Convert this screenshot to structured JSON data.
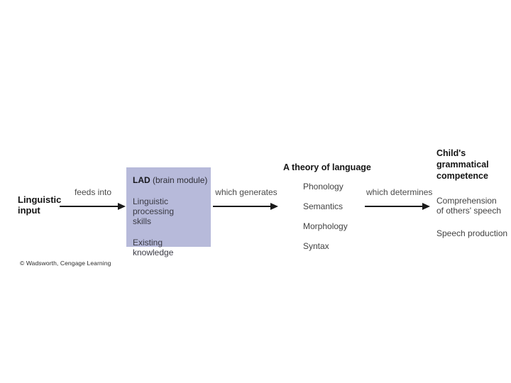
{
  "colors": {
    "box_fill": "#b7bada",
    "arrow": "#1a1a1a",
    "heading_text": "#141414",
    "body_text": "#424242"
  },
  "input_node": {
    "lines": [
      "Linguistic",
      "input"
    ]
  },
  "arrows": {
    "first_label": "feeds into",
    "second_label": "which generates",
    "third_label": "which determines"
  },
  "lad_box": {
    "title_bold": "LAD",
    "title_rest": " (brain module)",
    "items": [
      {
        "lines": [
          "Linguistic processing",
          "skills"
        ]
      },
      {
        "lines": [
          "Existing knowledge"
        ]
      }
    ]
  },
  "theory": {
    "heading": "A theory of language",
    "items": [
      "Phonology",
      "Semantics",
      "Morphology",
      "Syntax"
    ]
  },
  "competence": {
    "heading_lines": [
      "Child's",
      "grammatical",
      "competence"
    ],
    "items": [
      {
        "lines": [
          "Comprehension",
          "of others' speech"
        ]
      },
      {
        "lines": [
          "Speech production"
        ]
      }
    ]
  },
  "credit": "© Wadsworth, Cengage Learning"
}
